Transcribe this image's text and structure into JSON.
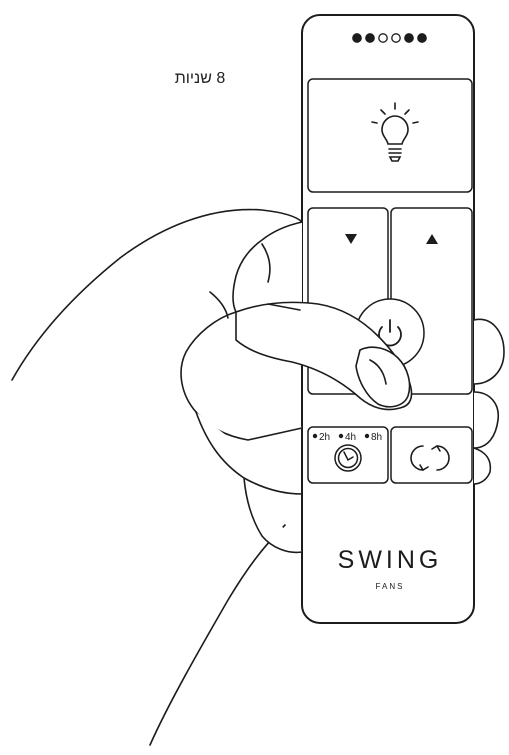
{
  "caption": "8 שניות",
  "remote": {
    "indicator_dots": [
      {
        "state": "filled"
      },
      {
        "state": "filled"
      },
      {
        "state": "empty"
      },
      {
        "state": "empty"
      },
      {
        "state": "filled"
      },
      {
        "state": "filled"
      }
    ],
    "buttons": {
      "light": {
        "icon": "light-bulb-icon"
      },
      "speed_down": {
        "icon": "triangle-down-icon"
      },
      "speed_up": {
        "icon": "triangle-up-icon"
      },
      "power": {
        "icon": "power-icon"
      },
      "timer": {
        "icon": "clock-icon",
        "options": [
          "2h",
          "4h",
          "8h"
        ]
      },
      "reverse": {
        "icon": "rotate-arrows-icon"
      }
    },
    "brand": {
      "name": "SWING",
      "subtitle": "FANS"
    }
  },
  "colors": {
    "stroke": "#1c1c1c",
    "background": "#ffffff"
  }
}
